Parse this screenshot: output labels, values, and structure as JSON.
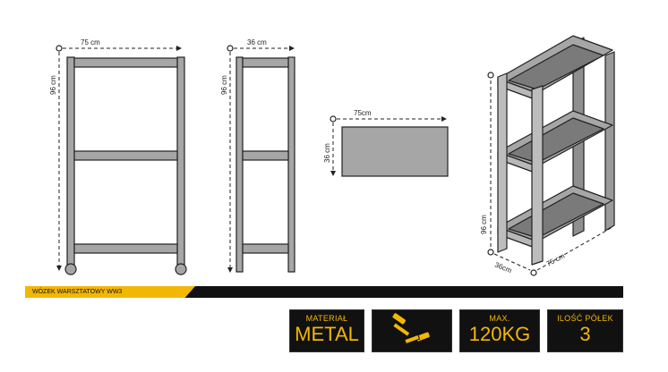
{
  "front": {
    "width": "75 cm",
    "height": "96 cm"
  },
  "side": {
    "width": "36 cm",
    "height": "96 cm"
  },
  "top": {
    "width": "75cm",
    "depth": "36 cm"
  },
  "iso": {
    "height": "96 cm",
    "depth": "36cm",
    "width": "75 cm"
  },
  "banner": {
    "title": "WÓZEK WARSZTATOWY WW3"
  },
  "specs": {
    "material_label": "MATERIAŁ",
    "material_value": "METAL",
    "screws_icon": "screws-icon",
    "load_label": "MAX.",
    "load_value": "120KG",
    "shelves_label": "ILOŚĆ PÓŁEK",
    "shelves_value": "3"
  },
  "colors": {
    "accent": "#f2b705",
    "metal": "#a6a6a6",
    "dark": "#111111"
  }
}
